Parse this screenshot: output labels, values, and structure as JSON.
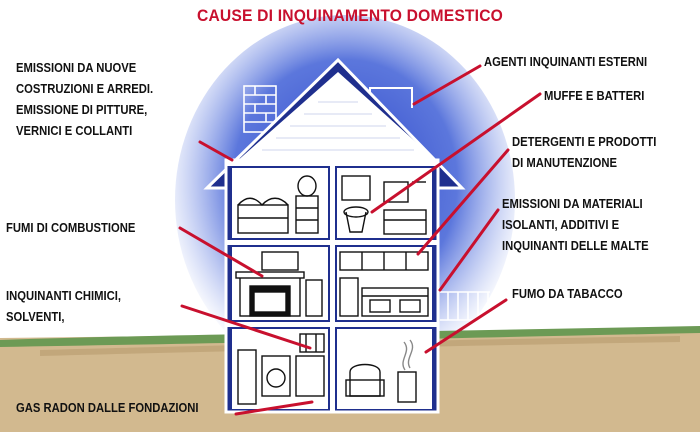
{
  "title": "CAUSE DI INQUINAMENTO DOMESTICO",
  "colors": {
    "title": "#c8102e",
    "pointer": "#c8102e",
    "text": "#111111",
    "sky_glow": "#3f5fd6",
    "ground": "#cdb38a",
    "grass": "#5f8f4a"
  },
  "labels": {
    "left": [
      {
        "id": "new-buildings",
        "lines": [
          "EMISSIONI DA  NUOVE",
          "COSTRUZIONI E ARREDI.",
          "EMISSIONE DI PITTURE,",
          "VERNICI E COLLANTI"
        ]
      },
      {
        "id": "combustion",
        "lines": [
          "FUMI DI COMBUSTIONE"
        ]
      },
      {
        "id": "chemicals",
        "lines": [
          "INQUINANTI CHIMICI,",
          "SOLVENTI,"
        ]
      },
      {
        "id": "radon",
        "lines": [
          "GAS RADON DALLE FONDAZIONI"
        ]
      }
    ],
    "right": [
      {
        "id": "external",
        "lines": [
          "AGENTI INQUINANTI ESTERNI"
        ]
      },
      {
        "id": "molds",
        "lines": [
          "MUFFE E BATTERI"
        ]
      },
      {
        "id": "detergents",
        "lines": [
          "DETERGENTI E PRODOTTI",
          "DI MANUTENZIONE"
        ]
      },
      {
        "id": "materials",
        "lines": [
          "EMISSIONI DA MATERIALI",
          "ISOLANTI, ADDITIVI E",
          "INQUINANTI DELLE MALTE"
        ]
      },
      {
        "id": "tobacco",
        "lines": [
          "FUMO DA TABACCO"
        ]
      }
    ]
  }
}
